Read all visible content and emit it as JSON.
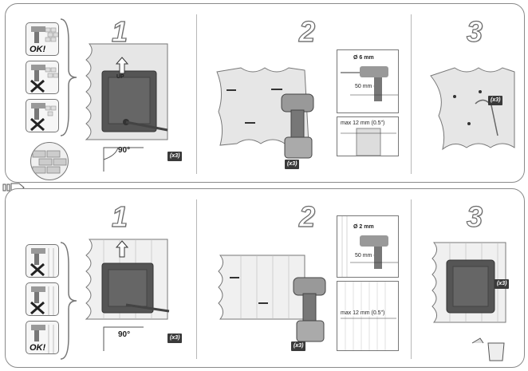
{
  "top": {
    "steps": [
      {
        "number": "1",
        "count_tag": "(x3)",
        "up_label": "UP",
        "angle_label": "90°",
        "ok_label": "OK!"
      },
      {
        "number": "2",
        "count_tag": "(x3)",
        "diameter_label": "Ø 6 mm",
        "depth_label": "50 mm (2\")",
        "max_label": "max 12 mm (0.5\")"
      },
      {
        "number": "3",
        "count_tag": "(x3)"
      }
    ]
  },
  "bottom": {
    "steps": [
      {
        "number": "1",
        "count_tag": "(x3)",
        "angle_label": "90°",
        "ok_label": "OK!"
      },
      {
        "number": "2",
        "count_tag": "(x3)",
        "diameter_label": "Ø 2 mm",
        "depth_label": "50 mm (2\")",
        "max_label": "max 12 mm (0.5\")"
      },
      {
        "number": "3",
        "count_tag": "(x3)"
      }
    ]
  },
  "icons": [
    "drill-icon",
    "brick-wall-icon",
    "wood-wall-icon",
    "arrow-icon",
    "pencil-icon",
    "screw-icon",
    "bin-icon"
  ],
  "colors": {
    "outline": "#8a8a8a",
    "tag_bg": "#3a3a3a",
    "wall": "#e6e6e6",
    "device": "#555555"
  }
}
